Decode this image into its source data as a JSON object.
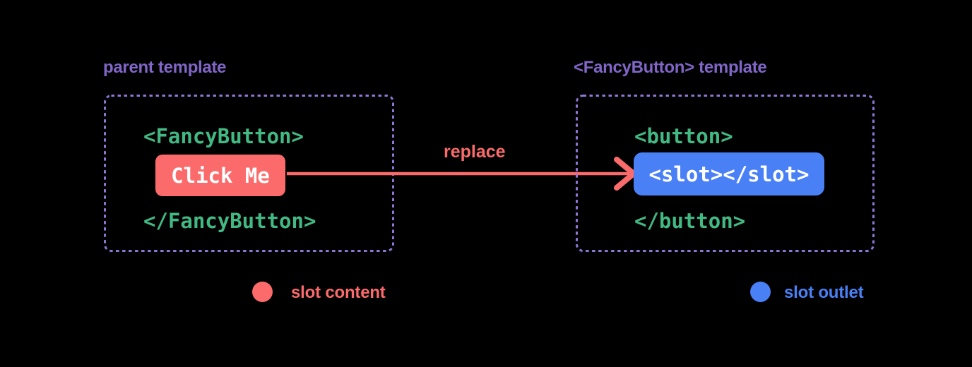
{
  "diagram": {
    "parent": {
      "title": "parent template",
      "open_tag": "<FancyButton>",
      "button_label": "Click Me",
      "close_tag": "</FancyButton>"
    },
    "arrow": {
      "label": "replace"
    },
    "fancy_button": {
      "title": "<FancyButton> template",
      "open_tag": "<button>",
      "slot_tag": "<slot></slot>",
      "close_tag": "</button>"
    },
    "legend": [
      {
        "label": "slot content",
        "color": "#fb6b6b"
      },
      {
        "label": "slot outlet",
        "color": "#4a80f6"
      }
    ],
    "colors": {
      "background": "#000000",
      "title_purple": "#8166c8",
      "border_purple": "#8f76d6",
      "code_green": "#42b883",
      "accent_red": "#fb6b6b",
      "accent_blue": "#4a80f6",
      "button_text": "#ffffff"
    }
  }
}
